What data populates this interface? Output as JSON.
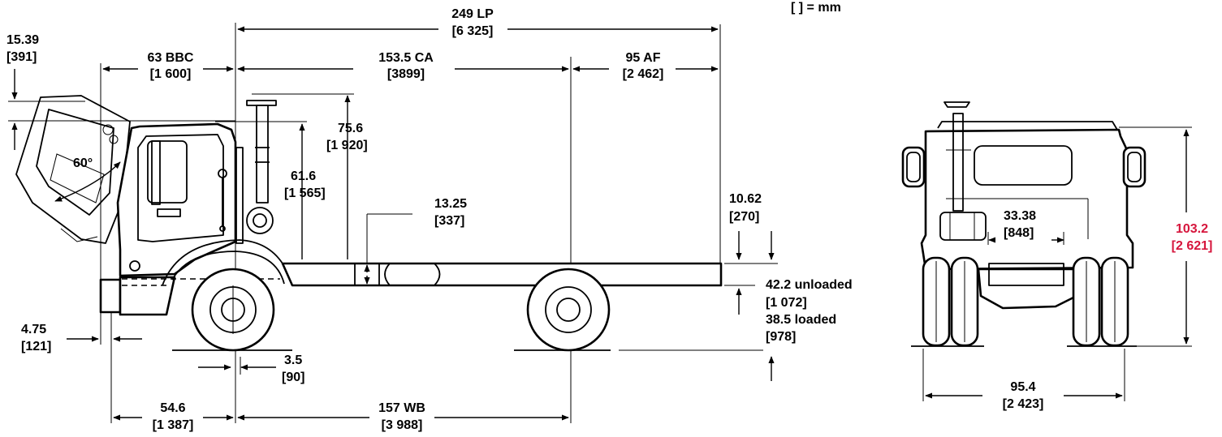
{
  "legend": "[   ] = mm",
  "side_view": {
    "lp": {
      "value": "249 LP",
      "mm": "[6 325]"
    },
    "bbc": {
      "value": "63 BBC",
      "mm": "[1 600]"
    },
    "ca": {
      "value": "153.5 CA",
      "mm": "[3899]"
    },
    "af": {
      "value": "95 AF",
      "mm": "[2 462]"
    },
    "tilt_height": {
      "value": "15.39",
      "mm": "[391]"
    },
    "tilt_angle": "60°",
    "exhaust_height": {
      "value": "75.6",
      "mm": "[1 920]"
    },
    "cab_height": {
      "value": "61.6",
      "mm": "[1 565]"
    },
    "frame_depth": {
      "value": "13.25",
      "mm": "[337]"
    },
    "frame_rail": {
      "value": "10.62",
      "mm": "[270]"
    },
    "frame_height_unloaded": {
      "value": "42.2 unloaded",
      "mm": "[1 072]"
    },
    "frame_height_loaded": {
      "value": "38.5 loaded",
      "mm": "[978]"
    },
    "bumper": {
      "value": "4.75",
      "mm": "[121]"
    },
    "axle_offset": {
      "value": "3.5",
      "mm": "[90]"
    },
    "bumper_to_axle": {
      "value": "54.6",
      "mm": "[1 387]"
    },
    "wb": {
      "value": "157 WB",
      "mm": "[3 988]"
    }
  },
  "front_view": {
    "frame_width": {
      "value": "33.38",
      "mm": "[848]"
    },
    "overall_height": {
      "value": "103.2",
      "mm": "[2 621]"
    },
    "overall_width": {
      "value": "95.4",
      "mm": "[2 423]"
    }
  },
  "colors": {
    "highlight": "#d6153c",
    "line": "#000000"
  }
}
